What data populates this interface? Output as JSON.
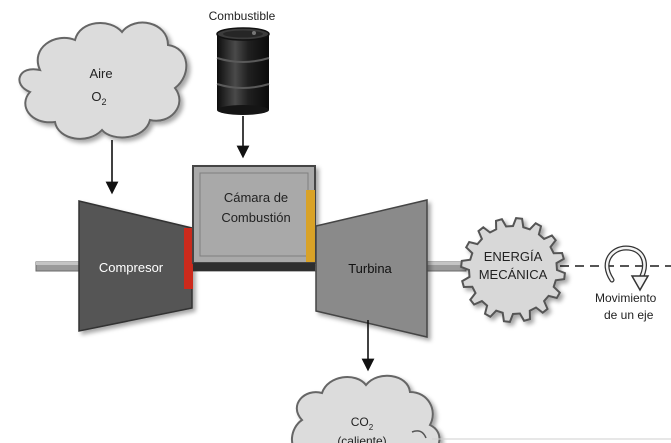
{
  "labels": {
    "fuel": "Combustible",
    "air": "Aire",
    "air_formula_main": "O",
    "air_formula_sub": "2",
    "compressor": "Compresor",
    "chamber_line1": "Cámara de",
    "chamber_line2": "Combustión",
    "turbine": "Turbina",
    "energy_line1": "ENERGÍA",
    "energy_line2": "MECÁNICA",
    "movement_line1": "Movimiento",
    "movement_line2": "de un eje",
    "exhaust_formula_main": "CO",
    "exhaust_formula_sub": "2",
    "exhaust_state": "(caliente)"
  },
  "colors": {
    "compressor_fill": "#555555",
    "chamber_fill": "#a9a9a9",
    "turbine_fill": "#8a8a8a",
    "compressor_seal": "#cc2a1c",
    "chamber_seal": "#d9a227",
    "cloud_fill": "#dcdcdc",
    "gear_fill": "#d8d8d8",
    "shaft": "#9a9a9a",
    "barrel": "#1e1e1e"
  }
}
